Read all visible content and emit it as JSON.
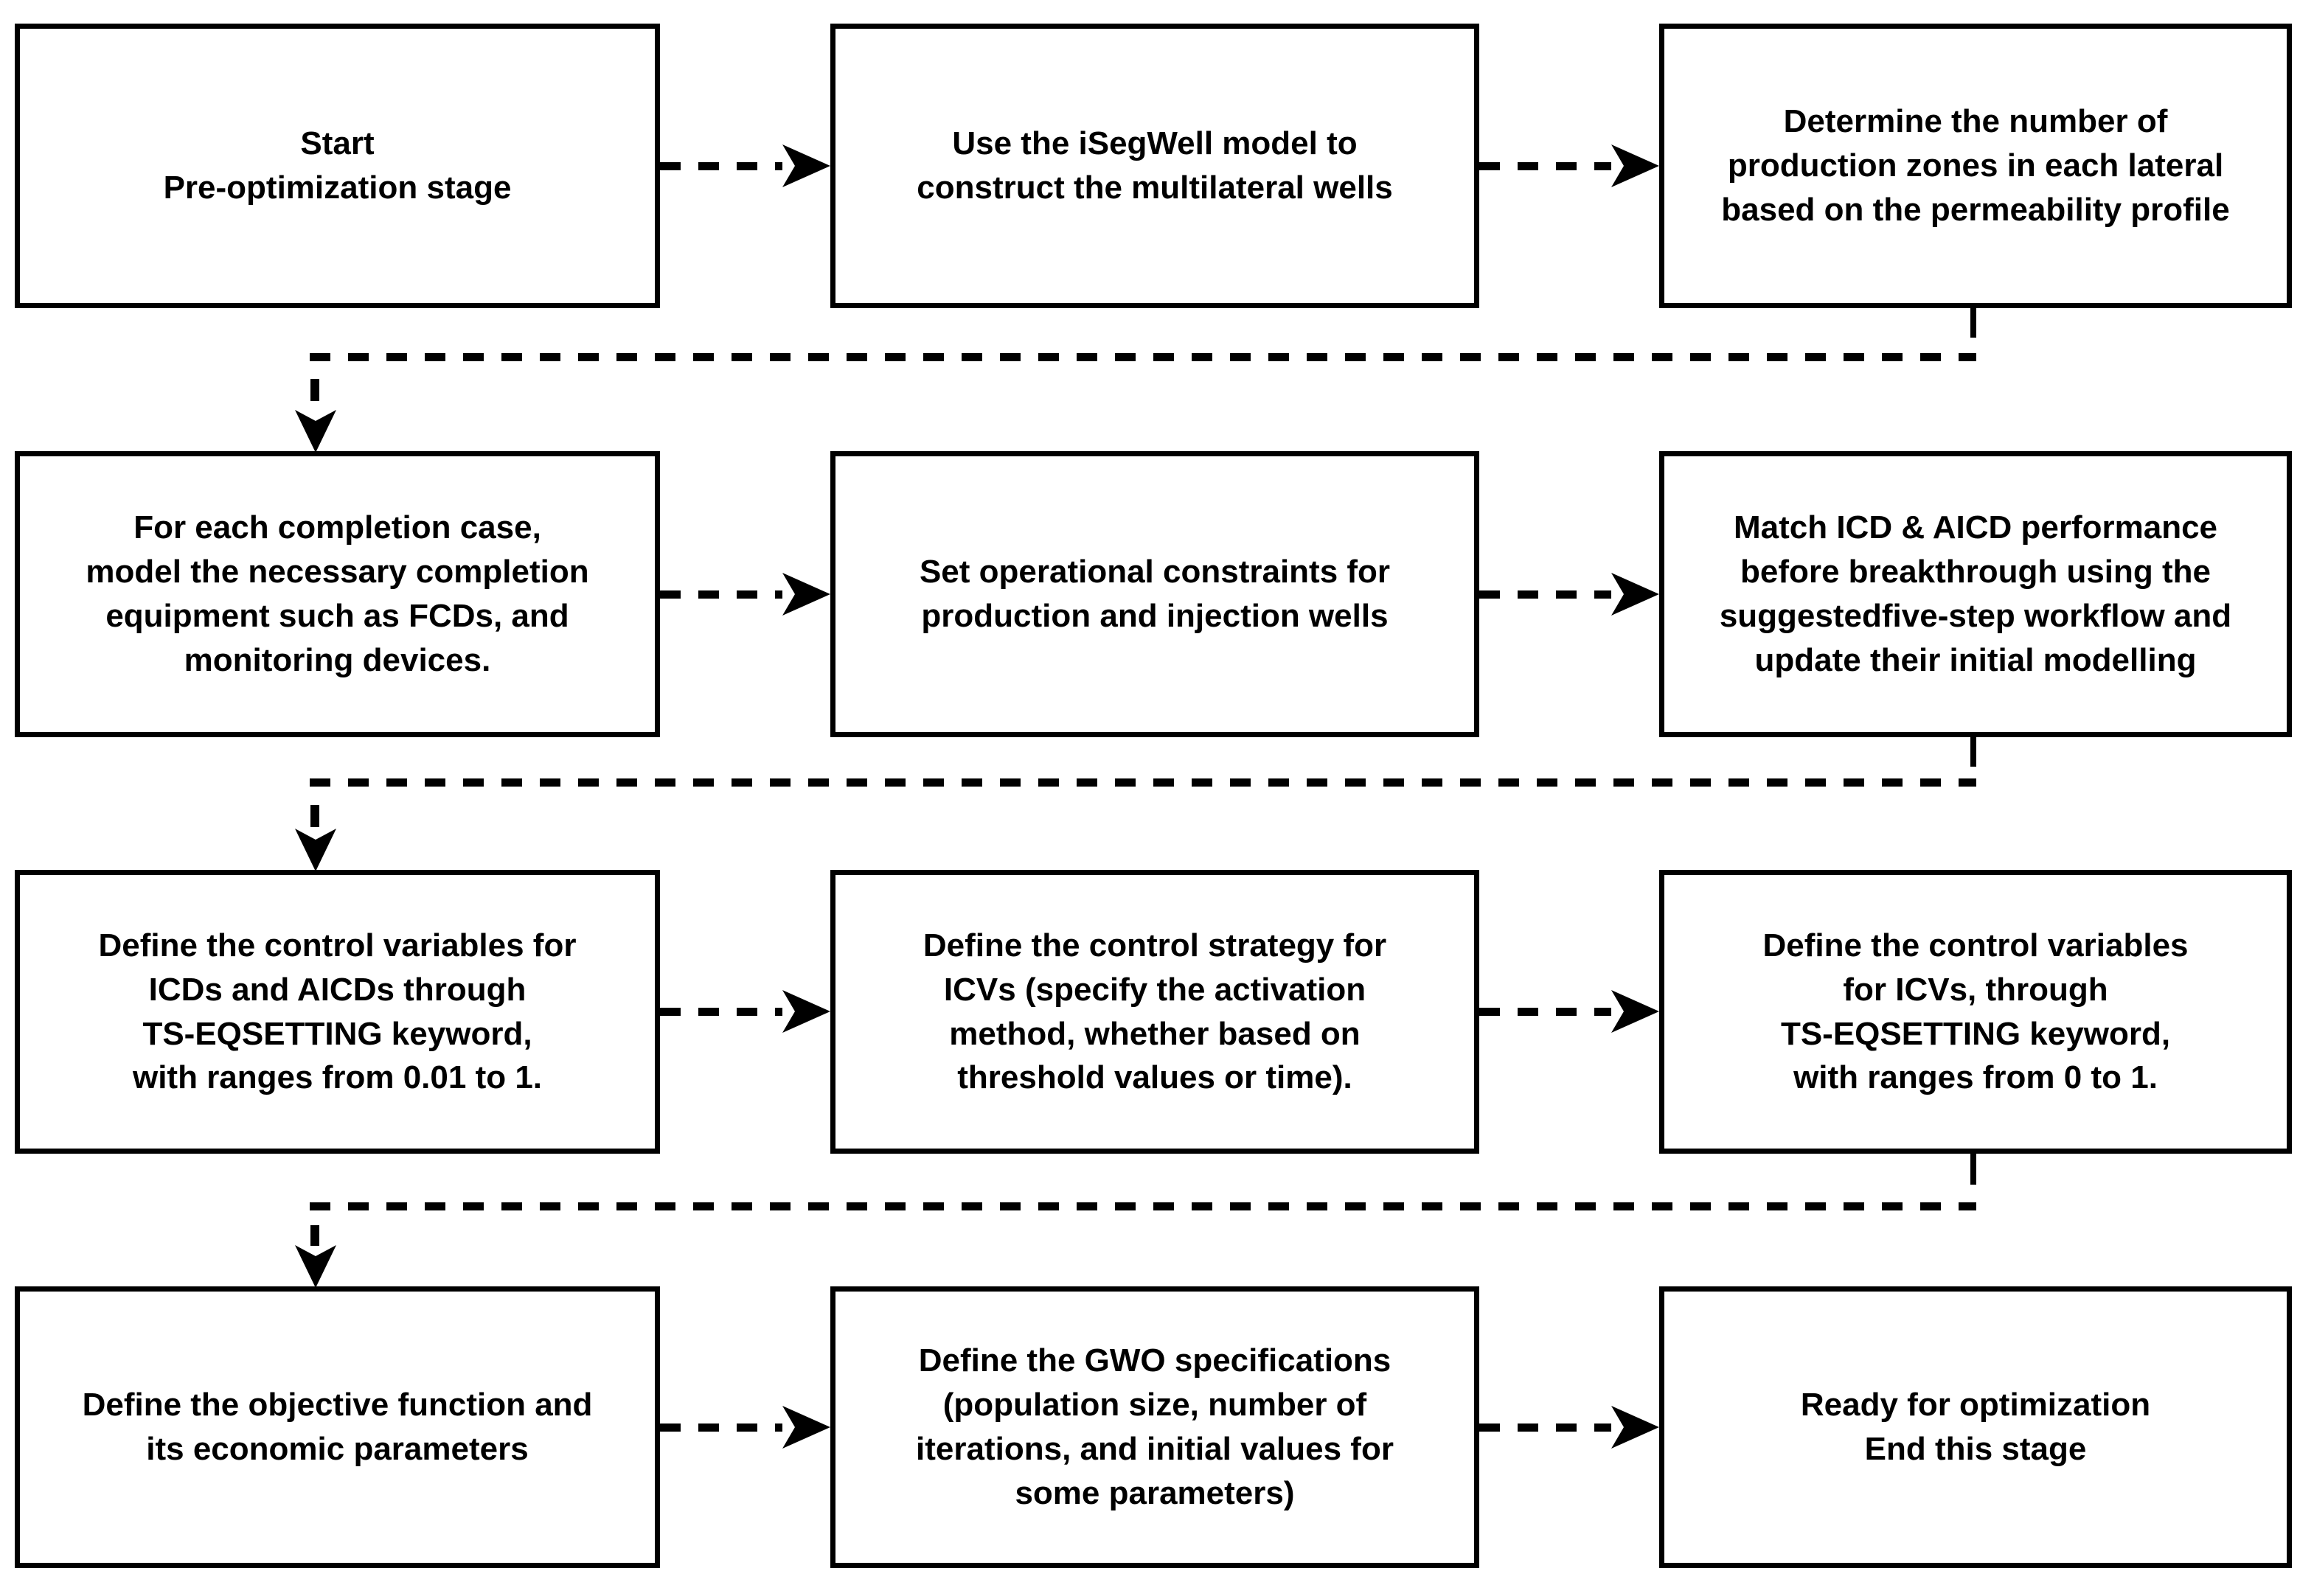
{
  "colors": {
    "background": "#ffffff",
    "box_fill": "#ffffff",
    "box_border": "#000000",
    "line": "#000000",
    "text": "#000000"
  },
  "boxes": [
    {
      "id": "start",
      "text": "Start\nPre-optimization stage"
    },
    {
      "id": "isegwell-model",
      "text": "Use the iSegWell model to\nconstruct the multilateral wells"
    },
    {
      "id": "production-zones",
      "text": "Determine the number of\nproduction zones in each lateral\nbased on the permeability profile"
    },
    {
      "id": "completion-equipment",
      "text": "For each completion case,\nmodel  the necessary completion\nequipment such as FCDs, and\nmonitoring devices."
    },
    {
      "id": "operational-constraints",
      "text": "Set operational constraints for\nproduction and injection wells"
    },
    {
      "id": "match-icd-aicd",
      "text": "Match ICD & AICD performance\nbefore breakthrough using the\nsuggestedfive-step workflow and\nupdate their initial modelling"
    },
    {
      "id": "icd-aicd-control-variables",
      "text": "Define the control variables for\nICDs and AICDs through\nTS-EQSETTING keyword,\nwith ranges from 0.01 to 1."
    },
    {
      "id": "icv-control-strategy",
      "text": "Define the control strategy for\nICVs (specify the activation\nmethod, whether based on\nthreshold values or time)."
    },
    {
      "id": "icv-control-variables",
      "text": "Define the control variables\nfor ICVs, through\nTS-EQSETTING keyword,\nwith ranges from 0 to 1."
    },
    {
      "id": "objective-function",
      "text": "Define the objective function and\nits economic parameters"
    },
    {
      "id": "gwo-specifications",
      "text": "Define the GWO specifications\n(population size, number of\niterations, and initial values for\nsome parameters)"
    },
    {
      "id": "ready-for-optimization",
      "text": "Ready for optimization\nEnd this stage"
    }
  ],
  "edges": [
    {
      "from": "start",
      "to": "isegwell-model",
      "style": "dashed"
    },
    {
      "from": "isegwell-model",
      "to": "production-zones",
      "style": "dashed"
    },
    {
      "from": "production-zones",
      "to": "completion-equipment",
      "style": "dashed"
    },
    {
      "from": "completion-equipment",
      "to": "operational-constraints",
      "style": "dashed"
    },
    {
      "from": "operational-constraints",
      "to": "match-icd-aicd",
      "style": "dashed"
    },
    {
      "from": "match-icd-aicd",
      "to": "icd-aicd-control-variables",
      "style": "dashed"
    },
    {
      "from": "icd-aicd-control-variables",
      "to": "icv-control-strategy",
      "style": "dashed"
    },
    {
      "from": "icv-control-strategy",
      "to": "icv-control-variables",
      "style": "dashed"
    },
    {
      "from": "icv-control-variables",
      "to": "objective-function",
      "style": "dashed"
    },
    {
      "from": "objective-function",
      "to": "gwo-specifications",
      "style": "dashed"
    },
    {
      "from": "gwo-specifications",
      "to": "ready-for-optimization",
      "style": "dashed"
    }
  ]
}
